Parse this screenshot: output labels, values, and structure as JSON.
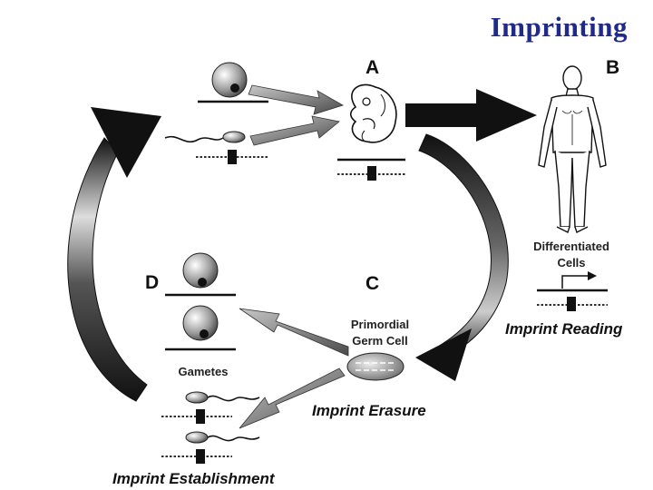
{
  "slide": {
    "title": "Imprinting"
  },
  "stages": {
    "a": {
      "letter": "A"
    },
    "b": {
      "letter": "B",
      "caption_line1": "Differentiated",
      "caption_line2": "Cells"
    },
    "c": {
      "letter": "C",
      "caption_line1": "Primordial",
      "caption_line2": "Germ Cell"
    },
    "d": {
      "letter": "D",
      "caption": "Gametes"
    }
  },
  "processes": {
    "reading": "Imprint Reading",
    "erasure": "Imprint Erasure",
    "establishment": "Imprint Establishment"
  },
  "colors": {
    "title": "#1f2a8a",
    "ink": "#111111",
    "arrow_gray": "#777777"
  }
}
